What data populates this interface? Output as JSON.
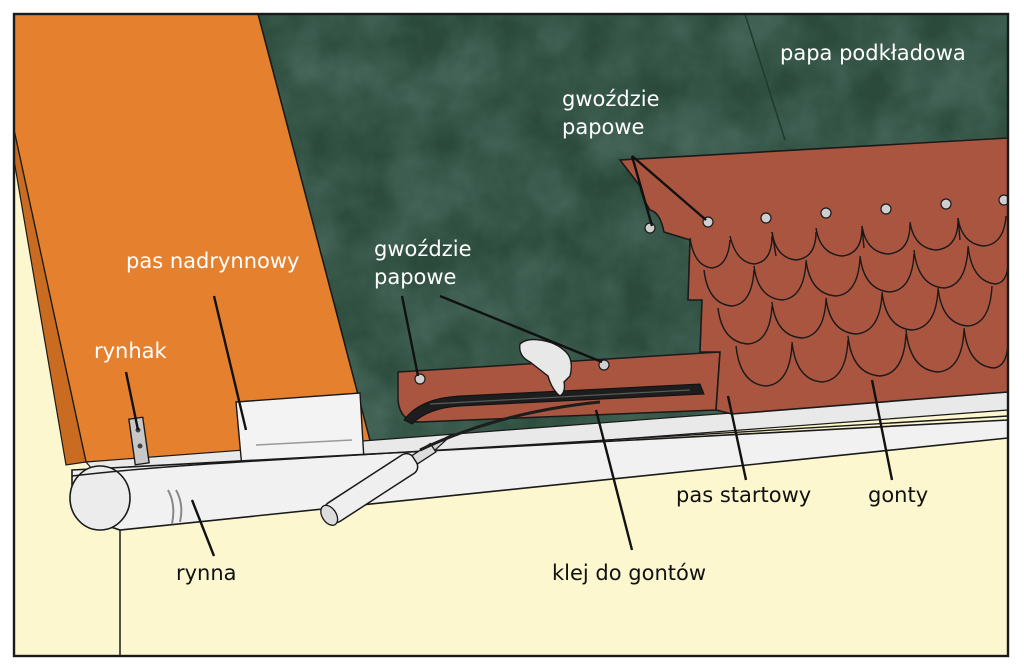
{
  "labels": {
    "papa_podkladowa": "papa podkładowa",
    "gwozdzie_top_line1": "gwoździe",
    "gwozdzie_top_line2": "papowe",
    "gwozdzie_mid_line1": "gwoździe",
    "gwozdzie_mid_line2": "papowe",
    "pas_nadrynnowy": "pas nadrynnowy",
    "rynhak": "rynhak",
    "rynna": "rynna",
    "klej_do_gontow": "klej do gontów",
    "pas_startowy": "pas startowy",
    "gonty": "gonty"
  },
  "colors": {
    "underlay": "#2b4a3c",
    "underlay_light": "#3f6150",
    "shingles": "#a95540",
    "shingles_dark": "#8c4130",
    "orange_sheet": "#e5812e",
    "cream_wall": "#fdf7cf",
    "gutter": "#f1f1f1",
    "outline": "#1a1a1a"
  }
}
